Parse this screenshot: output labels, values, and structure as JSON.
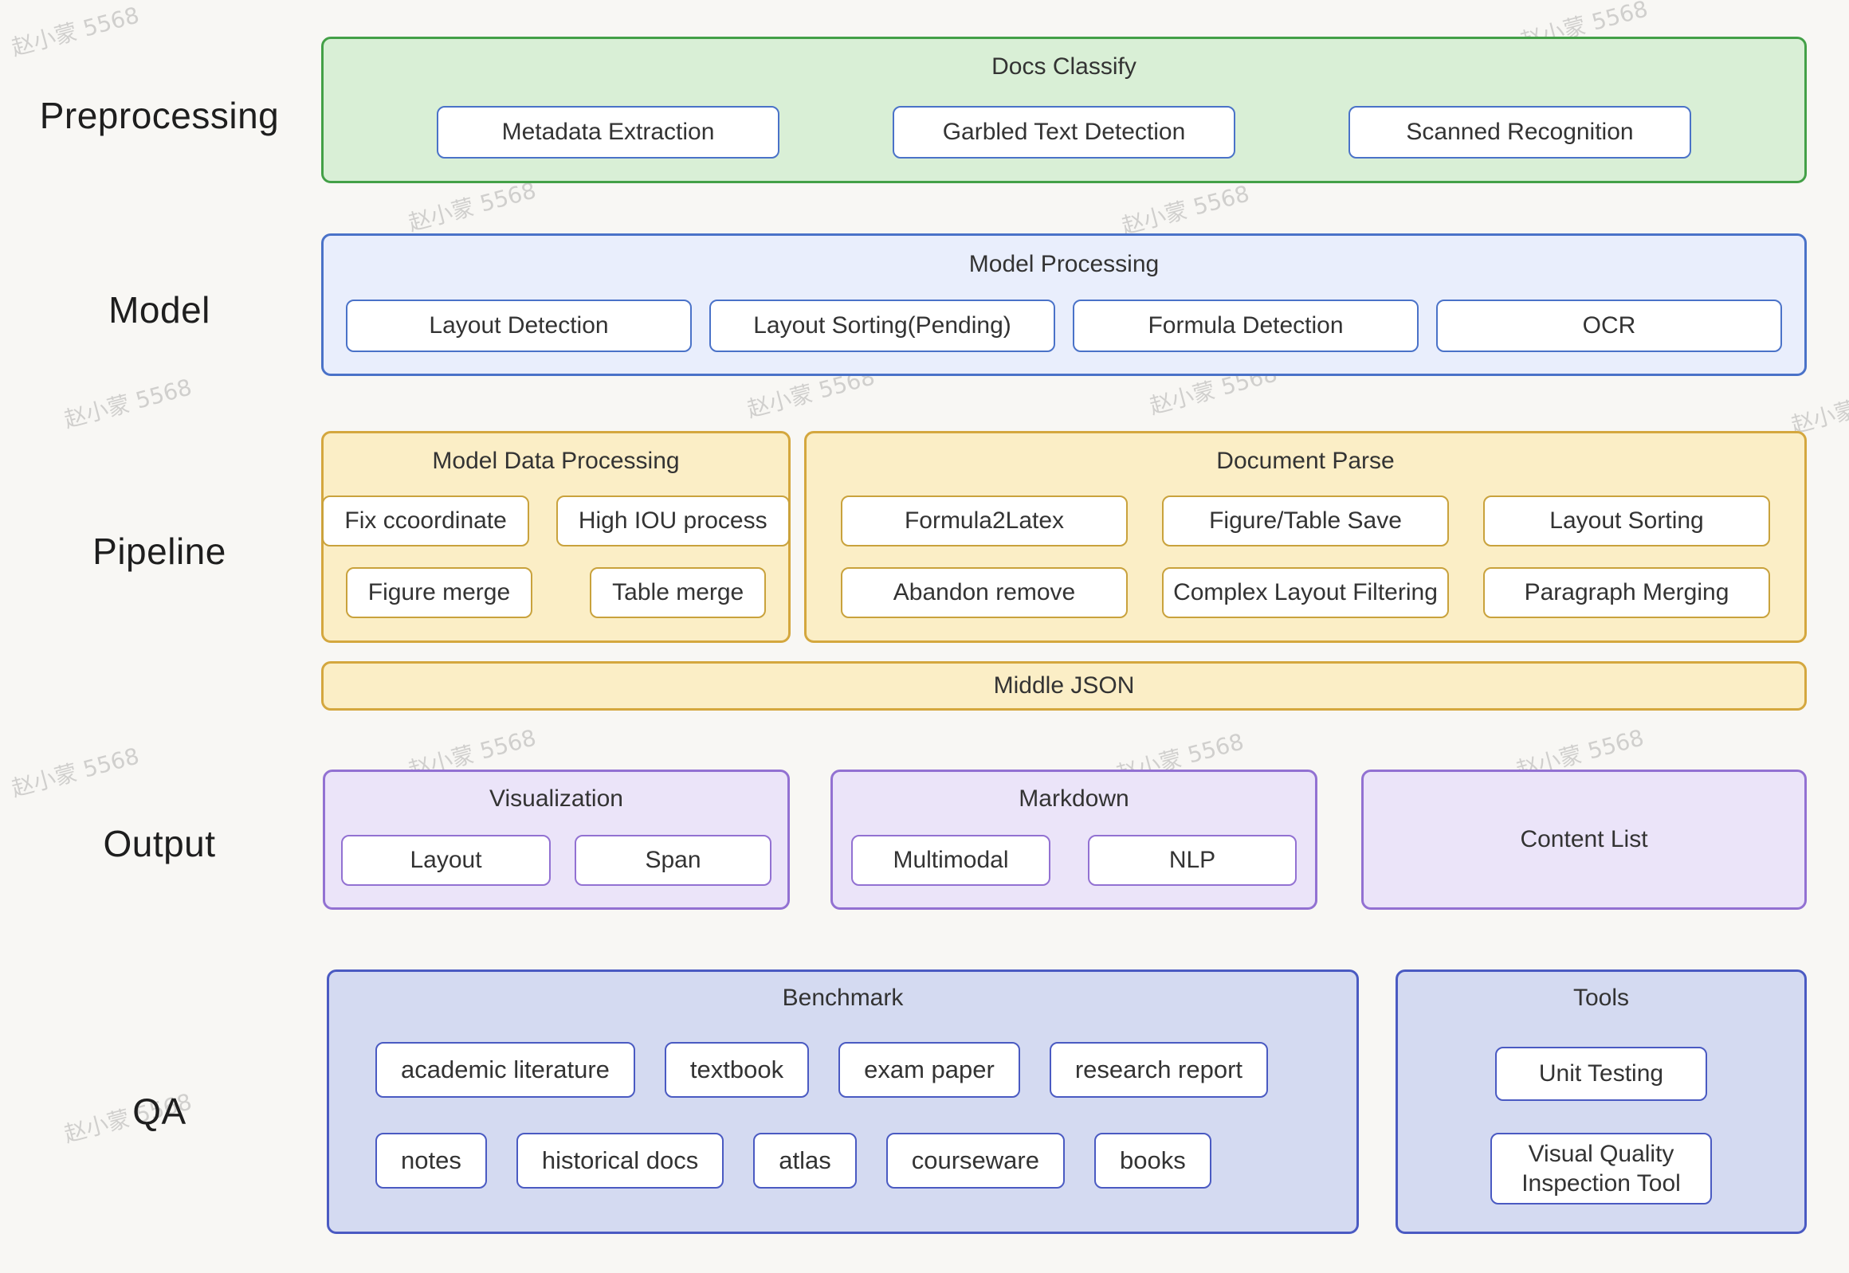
{
  "watermark": {
    "text": "赵小蒙 5568"
  },
  "colors": {
    "green_border": "#43a047",
    "green_fill": "#d9efd6",
    "blue_border": "#4a72c8",
    "blue_fill": "#e9eefc",
    "yellow_border": "#d4a73e",
    "yellow_fill": "#fbeec6",
    "purple_border": "#9271d2",
    "purple_fill": "#ebe4f9",
    "indigo_border": "#4a5ac2",
    "indigo_fill": "#d4daf1",
    "box_fill": "#ffffff",
    "background": "#f8f7f4",
    "text": "#333333"
  },
  "row_labels": {
    "preprocessing": "Preprocessing",
    "model": "Model",
    "pipeline": "Pipeline",
    "output": "Output",
    "qa": "QA"
  },
  "preprocessing": {
    "title": "Docs Classify",
    "items": [
      "Metadata Extraction",
      "Garbled Text Detection",
      "Scanned Recognition"
    ]
  },
  "model": {
    "title": "Model Processing",
    "items": [
      "Layout Detection",
      "Layout Sorting(Pending)",
      "Formula Detection",
      "OCR"
    ]
  },
  "pipeline": {
    "model_data_processing": {
      "title": "Model Data Processing",
      "row1": [
        "Fix ccoordinate",
        "High IOU process"
      ],
      "row2": [
        "Figure merge",
        "Table merge"
      ]
    },
    "document_parse": {
      "title": "Document Parse",
      "row1": [
        "Formula2Latex",
        "Figure/Table Save",
        "Layout Sorting"
      ],
      "row2": [
        "Abandon remove",
        "Complex Layout Filtering",
        "Paragraph Merging"
      ]
    },
    "middle_json": {
      "title": "Middle JSON"
    }
  },
  "output": {
    "visualization": {
      "title": "Visualization",
      "items": [
        "Layout",
        "Span"
      ]
    },
    "markdown": {
      "title": "Markdown",
      "items": [
        "Multimodal",
        "NLP"
      ]
    },
    "content_list": {
      "title": "Content List"
    }
  },
  "qa": {
    "benchmark": {
      "title": "Benchmark",
      "row1": [
        "academic literature",
        "textbook",
        "exam paper",
        "research report"
      ],
      "row2": [
        "notes",
        "historical docs",
        "atlas",
        "courseware",
        "books"
      ]
    },
    "tools": {
      "title": "Tools",
      "items": [
        "Unit Testing",
        "Visual Quality Inspection Tool"
      ]
    }
  }
}
